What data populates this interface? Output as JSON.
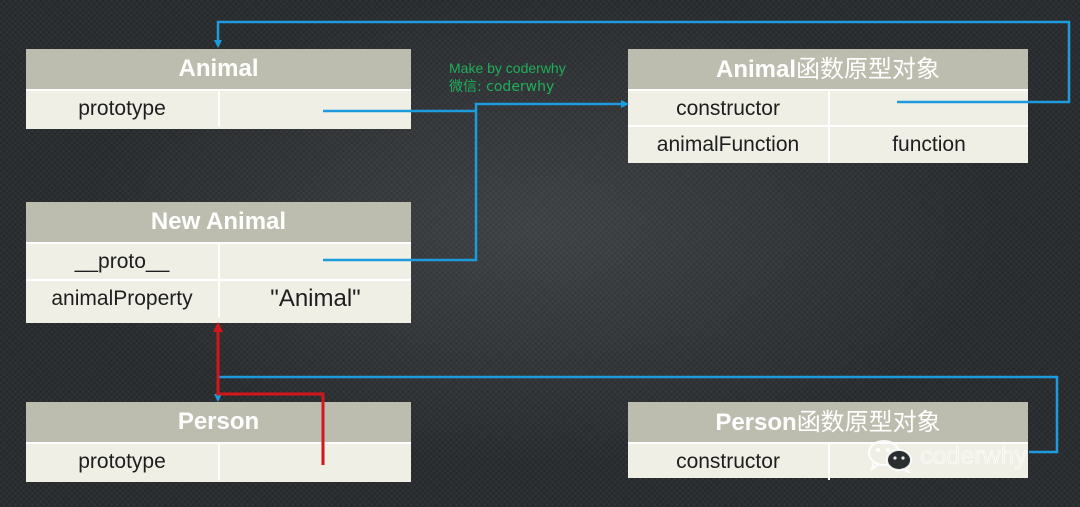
{
  "tables": {
    "animal": {
      "title": "Animal",
      "rows": [
        {
          "key": "prototype",
          "value": ""
        }
      ]
    },
    "new_animal": {
      "title": "New Animal",
      "rows": [
        {
          "key": "__proto__",
          "value": ""
        },
        {
          "key": "animalProperty",
          "value": "\"Animal\""
        }
      ]
    },
    "person": {
      "title": "Person",
      "rows": [
        {
          "key": "prototype",
          "value": ""
        }
      ]
    },
    "animal_prototype": {
      "title": "Animal",
      "title_suffix": "函数原型对象",
      "rows": [
        {
          "key": "constructor",
          "value": ""
        },
        {
          "key": "animalFunction",
          "value": "function"
        }
      ]
    },
    "person_prototype": {
      "title": "Person",
      "title_suffix": "函数原型对象",
      "rows": [
        {
          "key": "constructor",
          "value": ""
        }
      ]
    }
  },
  "credits": {
    "line1": "Make by coderwhy",
    "line2": "微信: coderwhy"
  },
  "watermark": {
    "text": "coderwhy",
    "icon": "wechat-icon"
  },
  "colors": {
    "background": "#2b2e31",
    "table_header": "#bdbdaf",
    "table_body": "#efefe6",
    "pointer_line": "#1e9bdc",
    "new_pointer_line": "#d2161c",
    "credit_text": "#1fae5a"
  }
}
